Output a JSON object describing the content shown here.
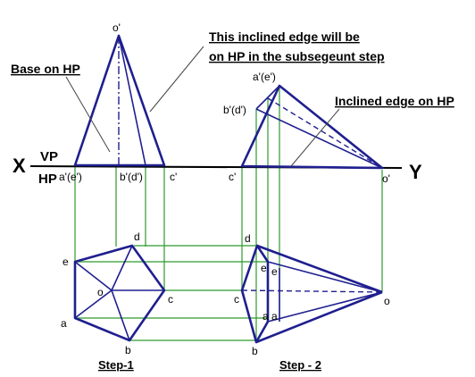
{
  "annotations": {
    "inclined_edge_line1": "This inclined edge will be",
    "inclined_edge_line2": "on HP in the subsegeunt step",
    "base_on_hp": "Base on HP",
    "inclined_edge_on_hp": "Inclined edge on HP"
  },
  "reference_line": {
    "x": "X",
    "y": "Y",
    "vp": "VP",
    "hp": "HP"
  },
  "step1": {
    "title": "Step-1",
    "elevation": {
      "apex": "o'",
      "left": "a'(e')",
      "middle": "b'(d')",
      "right": "c'"
    },
    "plan": {
      "d": "d",
      "e": "e",
      "o": "o",
      "c": "c",
      "a": "a",
      "b": "b"
    }
  },
  "step2": {
    "title": "Step - 2",
    "elevation": {
      "top": "a'(e')",
      "middle": "b'(d')",
      "left": "c'",
      "apex": "o'"
    },
    "plan": {
      "d": "d",
      "e": "e",
      "e_small": "e",
      "c": "c",
      "a": "a",
      "a_small": "a",
      "b": "b",
      "o": "o"
    }
  },
  "colors": {
    "drawing": "#1f1f8f",
    "projector": "#2e9a2e",
    "text": "#000000"
  }
}
